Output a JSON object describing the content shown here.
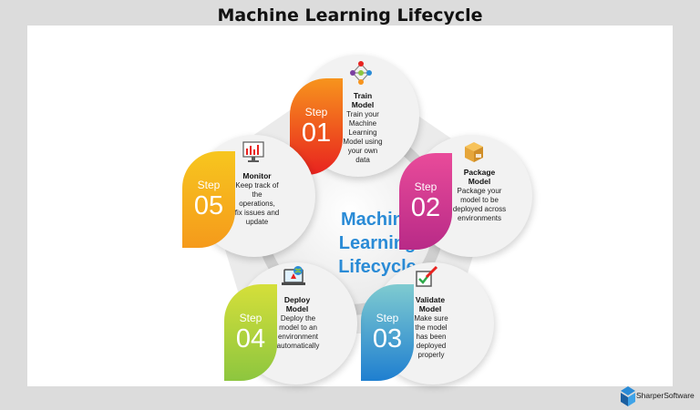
{
  "page": {
    "title": "Machine Learning Lifecycle"
  },
  "center": {
    "lines": [
      "Machine",
      "Learning",
      "Lifecycle"
    ],
    "color": "#2a8bd6"
  },
  "steps": [
    {
      "word": "Step",
      "number": "01",
      "title": [
        "Train",
        "Model"
      ],
      "desc": [
        "Train your",
        "Machine",
        "Learning",
        "Model using",
        "your own",
        "data"
      ],
      "color_top": "#f7941d",
      "color_bottom": "#e8221f",
      "icon": "network-icon"
    },
    {
      "word": "Step",
      "number": "02",
      "title": [
        "Package",
        "Model"
      ],
      "desc": [
        "Package your",
        "model to be",
        "deployed across",
        "environments"
      ],
      "color_top": "#e94b9a",
      "color_bottom": "#b82a87",
      "icon": "package-box-icon"
    },
    {
      "word": "Step",
      "number": "03",
      "title": [
        "Validate",
        "Model"
      ],
      "desc": [
        "Make sure",
        "the model",
        "has been",
        "deployed",
        "properly"
      ],
      "color_top": "#7fcbd0",
      "color_bottom": "#1f7fd0",
      "icon": "checkbox-pencil-icon"
    },
    {
      "word": "Step",
      "number": "04",
      "title": [
        "Deploy",
        "Model"
      ],
      "desc": [
        "Deploy the",
        "model to an",
        "environment",
        "automatically"
      ],
      "color_top": "#d5df3a",
      "color_bottom": "#8dc63f",
      "icon": "laptop-globe-icon"
    },
    {
      "word": "Step",
      "number": "05",
      "title": [
        "Monitor"
      ],
      "desc": [
        "Keep track of",
        "the",
        "operations,",
        "fix issues and",
        "update"
      ],
      "color_top": "#f7c61f",
      "color_bottom": "#f59a1b",
      "icon": "monitor-chart-icon"
    }
  ],
  "brand": {
    "name": "SharperSoftware"
  }
}
